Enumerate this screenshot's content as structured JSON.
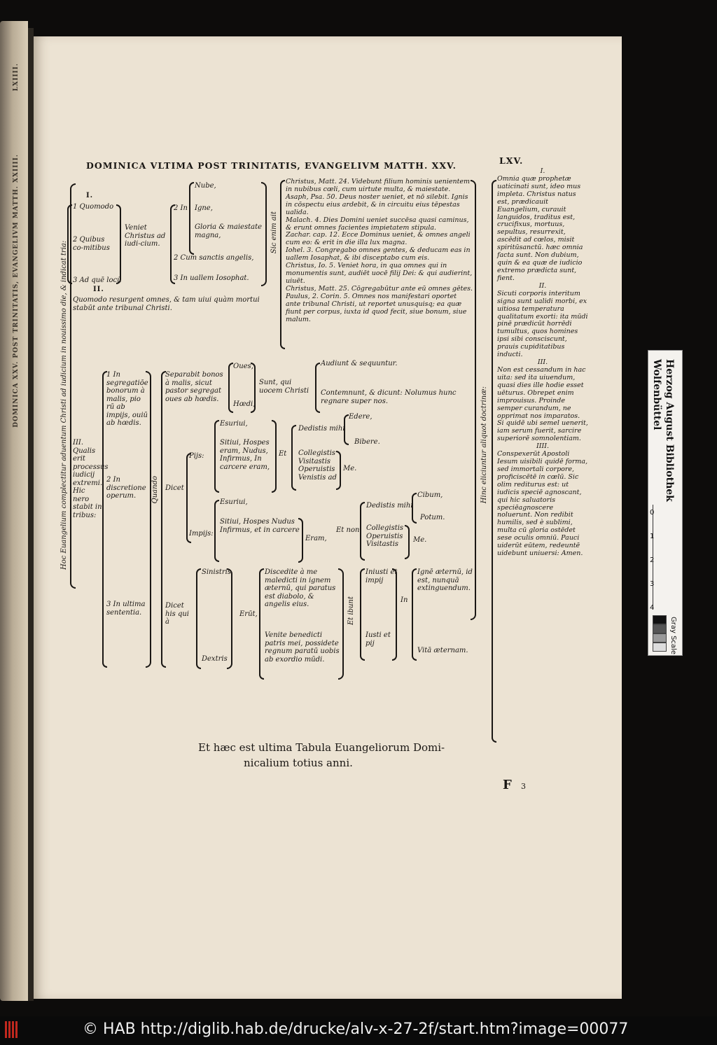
{
  "header": {
    "running_title": "DOMINICA VLTIMA POST TRINITATIS, EVANGELIVM MATTH. XXV.",
    "folio": "LXV."
  },
  "diagram": {
    "vertical_main": "Hoc Euangelium complectitur aduentum Christi ad iudicium in nouissimo die, & indicat tria:",
    "sec1_num": "I.",
    "sec1_a": "1 Quomodo",
    "sec1_b": "2 Quibus co-mitibus",
    "sec1_c": "3 Ad quē locū",
    "veniet": "Veniet Christus ad iudi-cium.",
    "in2": "2 In",
    "nube": "Nube,",
    "igne": "Igne,",
    "gloria": "Gloria & maiestate magna,",
    "cum_angelis": "2 Cum sanctis angelis,",
    "vallem": "3 In uallem Iosophat.",
    "sic_enim": "Sic enim ait",
    "sec2_num": "II.",
    "sec2_text": "Quomodo resurgent omnes, & tam uiui quàm mortui stabūt ante tribunal Christi.",
    "quotes": [
      "Christus, Matt. 24. Videbunt filium hominis uenientem in nubibus cœli, cum uirtute multa, & maiestate.",
      "Asaph, Psa. 50. Deus noster ueniet, et nō silebit. Ignis in cōspectu eius ardebit, & in circuitu eius tēpestas ualida.",
      "Malach. 4. Dies Domini ueniet succēsa quasi caminus, & erunt omnes facientes impietatem stipula.",
      "Zachar. cap. 12. Ecce Dominus ueniet, & omnes angeli cum eo: & erit in die illa lux magna.",
      "Iohel. 3. Congregabo omnes gentes, & deducam eas in uallem Iosaphat, & ibi disceptabo cum eis.",
      "Christus, Io. 5. Veniet hora, in qua omnes qui in monumentis sunt, audiēt uocē filij Dei: & qui audierint, uiuēt.",
      "Christus, Matt. 25. Cōgregabūtur ante eū omnes gētes.",
      "Paulus, 2. Corin. 5. Omnes nos manifestari oportet ante tribunal Christi, ut reportet unusquisq; ea quæ fiunt per corpus, iuxta id quod fecit, siue bonum, siue malum."
    ],
    "sec3": "III. Qualis erit processus iudicij extremi. Hic nero stabit in tribus:",
    "s3_1": "1 In segregatiōe bonorum à malis, pio rū ab impijs, ouiū ab hœdis.",
    "s3_2": "2 In discretione operum.",
    "s3_3": "3 In ultima sententia.",
    "quando": "Quando",
    "separabit": "Separabit bonos à malis, sicut pastor segregat oues ab hœdis.",
    "oues": "Oues,",
    "hoedi": "Hœdi,",
    "sunt_qui": "Sunt, qui uocem Christi",
    "audiunt": "Audiunt & sequuntur.",
    "contemnunt": "Contemnunt, & dicunt: Nolumus hunc regnare super nos.",
    "dicet": "Dicet",
    "pijs": "Pijs:",
    "impijs": "Impijs:",
    "esuriui1": "Esuriui,",
    "list1": "Sitiui, Hospes eram, Nudus, Infirmus, In carcere eram,",
    "et": "Et",
    "dedistis1": "Dedistis mihi",
    "edere": "Edere,",
    "bibere": "Bibere.",
    "list2": "Collegistis Visitastis Operuistis Venistis ad",
    "me1": "Me.",
    "esuriui2": "Esuriui,",
    "list3": "Sitiui, Hospes Nudus Infirmus, et in carcere",
    "eram": "Eram,",
    "et_non": "Et non",
    "dedistis2": "Dedistis mihi",
    "cibum": "Cibum,",
    "potum": "Potum.",
    "list4": "Collegistis Operuistis Visitastis",
    "me2": "Me.",
    "dicet_his": "Dicet his qui à",
    "sinistris": "Sinistris",
    "dextris": "Dextris",
    "erunt": "Erūt,",
    "discedite": "Discedite à me maledicti in ignem æternū, qui paratus est diabolo, & angelis eius.",
    "venite": "Venite benedicti patris mei, possidete regnum paratū uobis ab exordio mūdi.",
    "et_ibunt": "Et ibunt",
    "iniusti": "Iniusti et impij",
    "iusti": "Iusti et pij",
    "in3": "In",
    "ignem": "Ignē æternū, id est, nunquā extinguendum.",
    "vitam": "Vitā æternam.",
    "hinc": "Hinc eliciuntur aliquot doctrinæ:",
    "doctrinae": [
      "I.",
      "Omnia quæ prophetæ uaticinati sunt, ideo mus impleta. Christus natus est, prædicauit Euangelium, curauit languidos, traditus est, crucifixus, mortuus, sepultus, resurrexit, ascēdit ad cœlos, misit spiritūsanctū. hæc omnia facta sunt. Non dubium, quin & ea quæ de iudicio extremo prædicta sunt, fient.",
      "II.",
      "Sicuti corporis interitum signa sunt ualidi morbi, ex uitiosa temperatura qualitatum exorti: ita mūdi pinē prædicūt horrēdi tumultus, quos homines ipsi sibi consciscunt, prauis cupiditatibus inducti.",
      "III.",
      "Non est cessandum in hac uita: sed ita uiuendum, quasi dies ille hodie esset uēturus. Obrepet enim improuisus. Proinde semper curandum, ne opprimat nos imparatos. Si quidē ubi semel uenerit, iam serum fuerit, sarcire superiorē somnolentiam.",
      "IIII.",
      "Conspexerūt Apostoli Iesum uisibili quidē forma, sed immortali corpore, proficiscētē in cœlū. Sic olim rediturus est: ut iudicis speciē agnoscant, qui hic saluatoris speciēagnoscere noluerunt. Non redibit humilis, sed è sublimi, multa cū gloria ostēdet sese oculis omniū. Pauci uiderūt eūtem, redeuntē uidebunt uniuersi: Amen."
    ]
  },
  "closing": {
    "line1": "Et hæc est ultima Tabula Euangeliorum Domi-",
    "line2": "nicalium totius anni."
  },
  "signature": {
    "mark": "F",
    "num": "3"
  },
  "left_page": {
    "running_title": "DOMINICA XXV. POST TRINITATIS, EVANGELIVM MATTH. XXIIII.",
    "folio": "LXIIII."
  },
  "colorbar": {
    "library": "Herzog August Bibliothek",
    "city": "Wolfenbüttel",
    "scale": [
      "0",
      "1",
      "2",
      "3",
      "4"
    ],
    "gray": "Gray Scale",
    "swatches": [
      "#111111",
      "#555555",
      "#999999",
      "#dddddd"
    ]
  },
  "footer": {
    "text": "© HAB http://diglib.hab.de/drucke/alv-x-27-2f/start.htm?image=00077"
  }
}
